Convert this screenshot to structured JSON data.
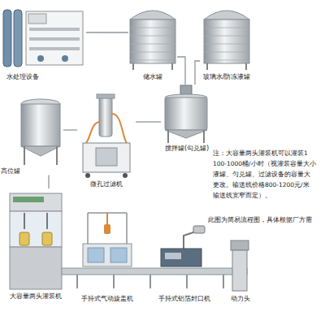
{
  "diagram": {
    "nodes": [
      {
        "text": [
          "水处理设备"
        ]
      },
      {
        "text": [
          "储水罐"
        ]
      },
      {
        "text": [
          "玻璃水/防冻液罐"
        ]
      },
      {
        "text": [
          "搅拌罐(勾兑罐)"
        ]
      },
      {
        "text": [
          "高位罐"
        ]
      },
      {
        "text": [
          "微孔过滤机"
        ]
      },
      {
        "text": [
          "大容量两头灌装机"
        ]
      },
      {
        "text": [
          "手持式气动旋盖机"
        ]
      },
      {
        "text": [
          "手持式铝箔封口机"
        ]
      },
      {
        "text": [
          "动力头"
        ]
      }
    ],
    "edges": [
      {
        "from": 0,
        "to": 1,
        "arrow": "none"
      },
      {
        "from": 1,
        "to": 3,
        "arrow": "none"
      },
      {
        "from": 2,
        "to": 3,
        "arrow": "none"
      },
      {
        "from": 3,
        "to": 5,
        "arrow": "none"
      },
      {
        "from": 5,
        "to": 4,
        "arrow": "none"
      },
      {
        "from": 4,
        "to": 6,
        "arrow": "none"
      }
    ],
    "labels": [
      "注：大容量两头灌装机可以灌装1",
      "100-1000桶/小时（视灌装容量大小",
      "液罐、匀兑罐、过滤设备的容量大",
      "更改。输送线价格800-1200元/米",
      "输送线宽窄而定）。",
      "此图为简易流程图，具体根据厂方需"
    ]
  }
}
